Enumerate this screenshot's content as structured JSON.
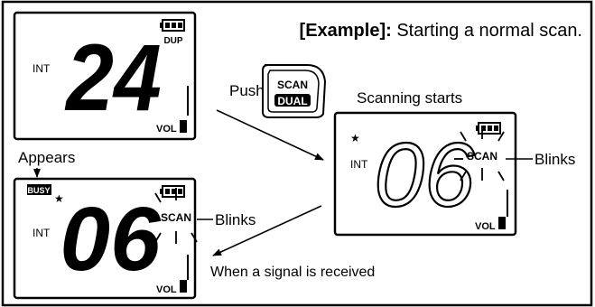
{
  "example_label": "[Example]:",
  "example_text": " Starting a normal scan.",
  "push_label": "Push",
  "key": {
    "top": "SCAN",
    "bottom": "DUAL"
  },
  "scanning_starts": "Scanning starts",
  "appears_label": "Appears",
  "blinks_label": "Blinks",
  "signal_received": "When a signal is received",
  "display_1": {
    "channel": "24",
    "int": "INT",
    "dup": "DUP",
    "vol": "VOL"
  },
  "display_2": {
    "channel": "06",
    "int": "INT",
    "scan": "SCAN",
    "vol": "VOL"
  },
  "display_3": {
    "channel": "06",
    "int": "INT",
    "busy": "BUSY",
    "scan": "SCAN",
    "vol": "VOL"
  },
  "icons": [
    "battery-icon",
    "star-icon",
    "volume-bar-icon"
  ]
}
